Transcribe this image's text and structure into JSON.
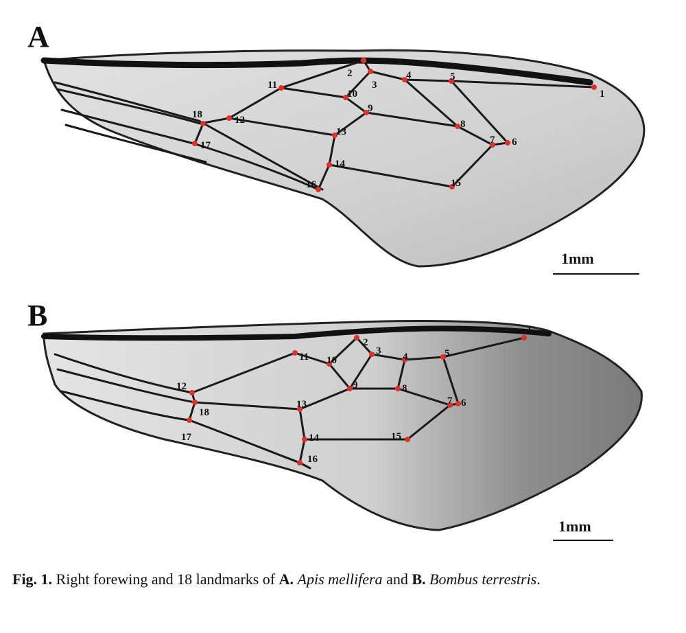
{
  "panels": [
    {
      "letter": "A",
      "scale_label": "1mm",
      "landmarks": [
        "1",
        "2",
        "3",
        "4",
        "5",
        "6",
        "7",
        "8",
        "9",
        "10",
        "11",
        "12",
        "13",
        "14",
        "15",
        "16",
        "17",
        "18"
      ]
    },
    {
      "letter": "B",
      "scale_label": "1mm",
      "landmarks": [
        "1",
        "2",
        "3",
        "4",
        "5",
        "6",
        "7",
        "8",
        "9",
        "10",
        "11",
        "12",
        "13",
        "14",
        "15",
        "16",
        "17",
        "18"
      ]
    }
  ],
  "caption": {
    "fig_label": "Fig. 1.",
    "text_1": "Right forewing and 18 landmarks of",
    "label_a": "A.",
    "species_a": "Apis mellifera",
    "conjunction": "and",
    "label_b": "B.",
    "species_b": "Bombus terrestris",
    "end": "."
  },
  "colors": {
    "landmark_dot": "#e0302a",
    "vein": "#1a1a1a",
    "membrane": "#d8d8d8"
  }
}
